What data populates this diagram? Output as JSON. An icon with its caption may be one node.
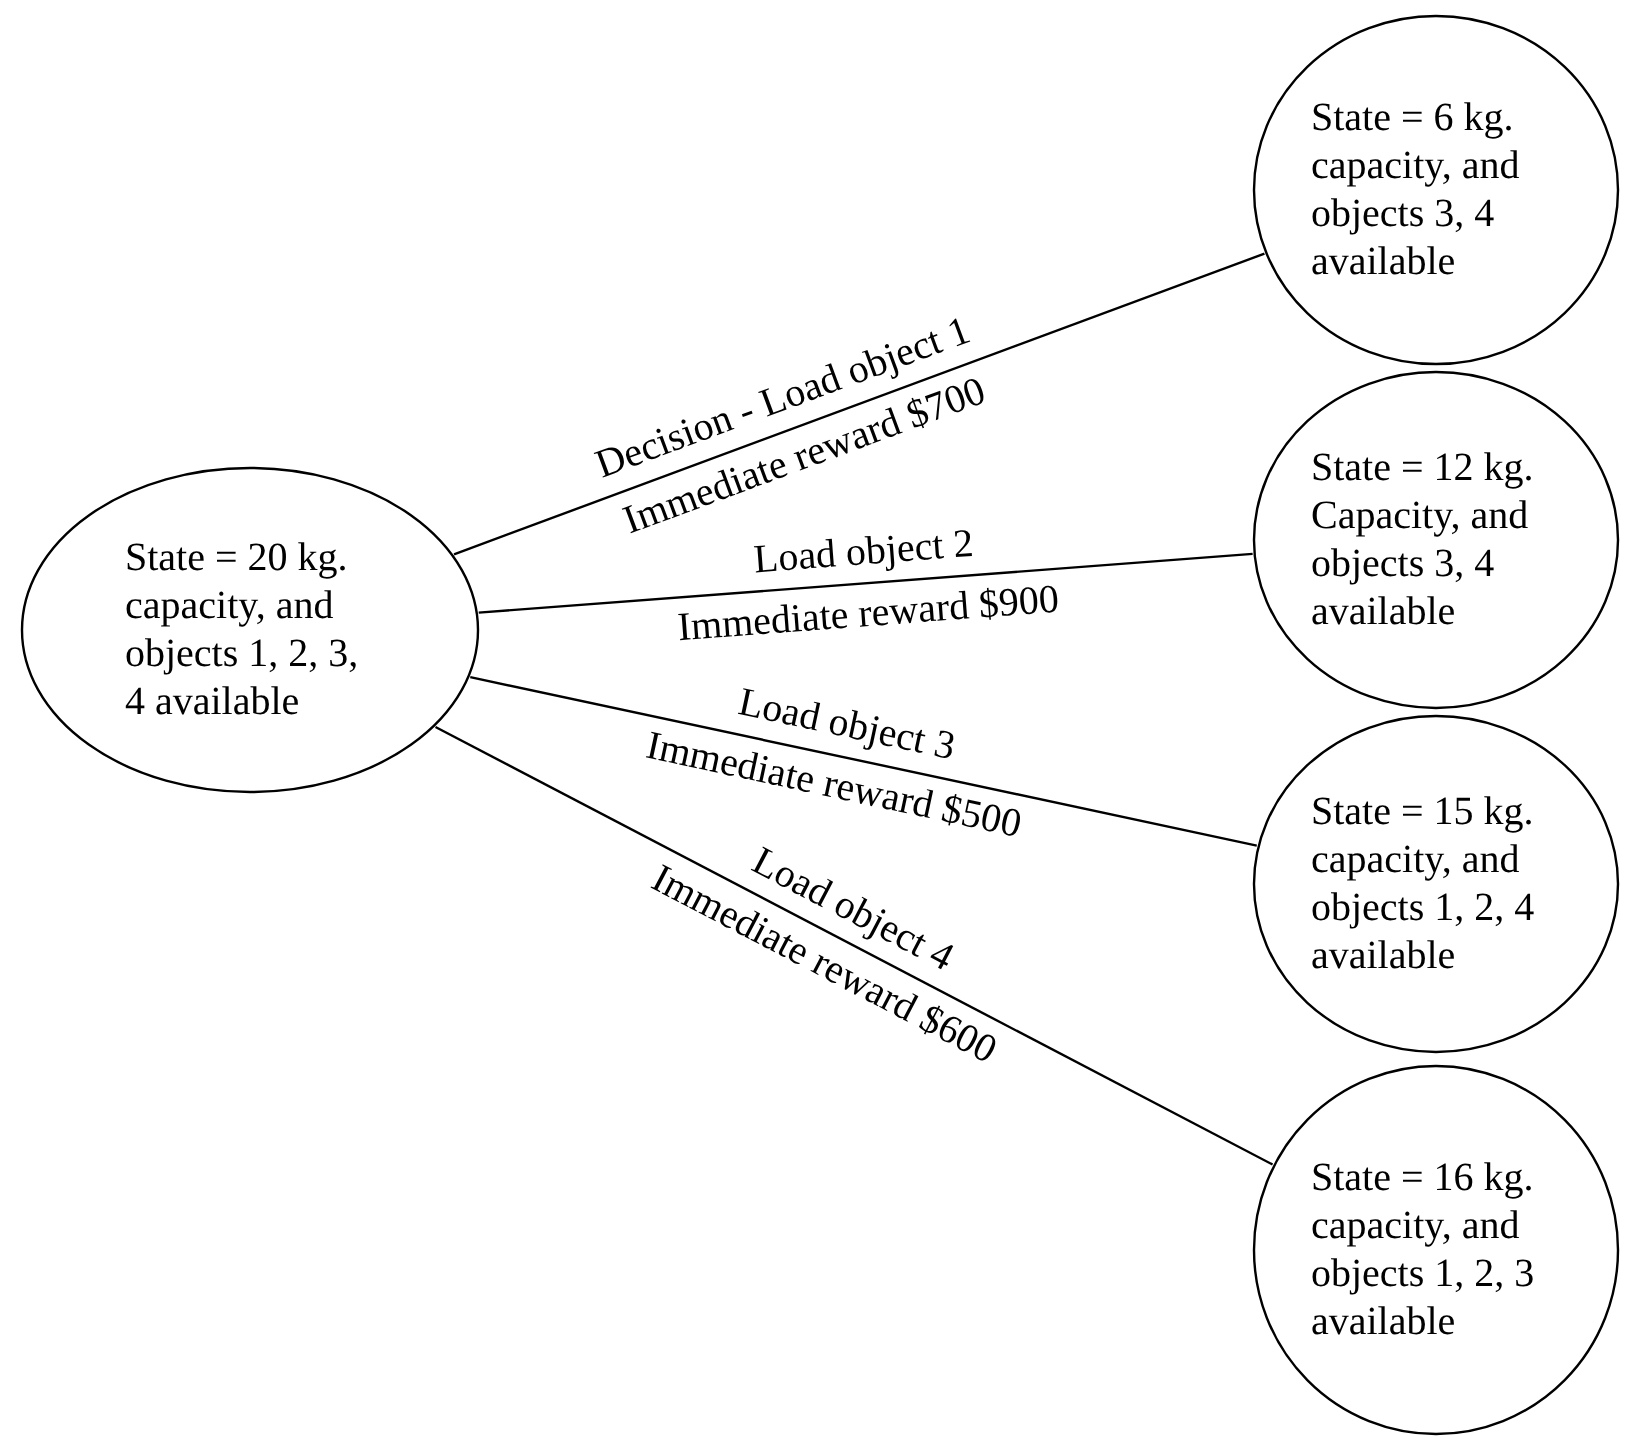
{
  "diagram": {
    "nodes": [
      {
        "text": [
          "State = 20 kg. capacity, and objects 1, 2, 3, 4 available"
        ]
      },
      {
        "text": [
          "State = 6 kg. capacity, and objects 3, 4 available"
        ]
      },
      {
        "text": [
          "State = 12 kg. Capacity, and objects 3, 4 available"
        ]
      },
      {
        "text": [
          "State = 15 kg. capacity, and objects 1, 2, 4 available"
        ]
      },
      {
        "text": [
          "State = 16 kg. capacity, and objects 1, 2, 3 available"
        ]
      }
    ],
    "edges": [
      {
        "from": 0,
        "to": 1,
        "arrow": "none",
        "label": "Decision - Load object 1 Immediate reward $700"
      },
      {
        "from": 0,
        "to": 2,
        "arrow": "none",
        "label": "Load object 2 Immediate reward $900"
      },
      {
        "from": 0,
        "to": 3,
        "arrow": "none",
        "label": "Load object 3 Immediate reward $500"
      },
      {
        "from": 0,
        "to": 4,
        "arrow": "none",
        "label": "Load object 4 Immediate reward $600"
      }
    ]
  }
}
